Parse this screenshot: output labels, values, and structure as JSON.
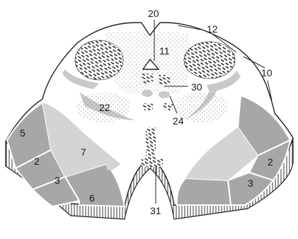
{
  "labels": {
    "l20": "20",
    "l12": "12",
    "l11": "11",
    "l10": "10",
    "l30": "30",
    "l22": "22",
    "l24": "24",
    "l5": "5",
    "l7": "7",
    "l2_left": "2",
    "l2_right": "2",
    "l3_left": "3",
    "l3_right": "3",
    "l6": "6",
    "l31": "31"
  }
}
